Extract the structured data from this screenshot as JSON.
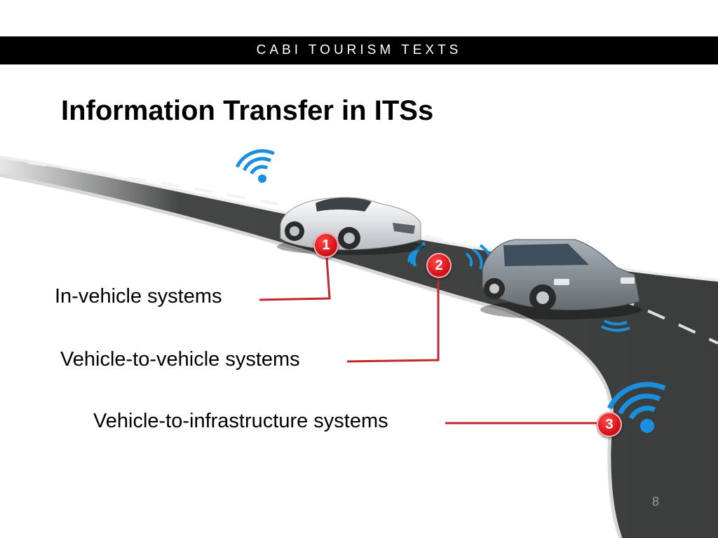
{
  "header": {
    "title": "CABI TOURISM TEXTS"
  },
  "slide": {
    "title": "Information Transfer in ITSs",
    "labels": [
      {
        "number": "1",
        "text": "In-vehicle systems"
      },
      {
        "number": "2",
        "text": "Vehicle-to-vehicle systems"
      },
      {
        "number": "3",
        "text": "Vehicle-to-infrastructure systems"
      }
    ],
    "page_number": "8"
  },
  "colors": {
    "header_bg": "#000000",
    "accent_red": "#d8141b",
    "connector": "#c0282d",
    "wifi_blue": "#1a8fe0",
    "road": "#3b3d3d"
  },
  "icons": [
    "wifi-icon",
    "white-sports-car",
    "gray-sedan",
    "number-badge"
  ]
}
